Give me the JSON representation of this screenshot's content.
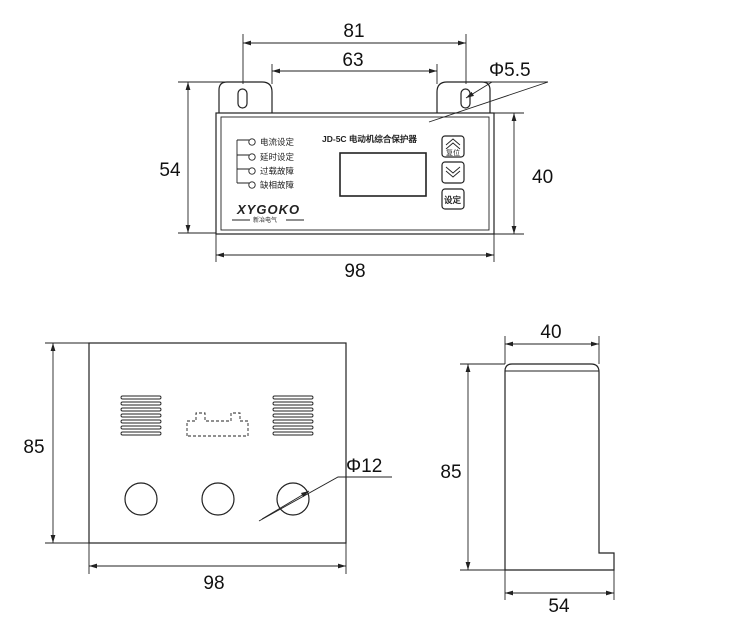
{
  "front_view": {
    "dims": {
      "width_mounting": "81",
      "width_holes": "63",
      "hole_diameter": "Φ5.5",
      "height_outer": "54",
      "height_inner": "40",
      "width_body": "98"
    },
    "indicators": [
      "电流设定",
      "延时设定",
      "过载故障",
      "缺相故障"
    ],
    "model": "JD-5C 电动机综合保护器",
    "logo": "XYGOKO",
    "logo_sub": "新冶电气",
    "buttons": {
      "up_label": "复位",
      "set_label": "设定"
    }
  },
  "bottom_view": {
    "dims": {
      "height": "85",
      "width": "98",
      "hole_diameter": "Φ12"
    }
  },
  "side_view": {
    "dims": {
      "top_width": "40",
      "height": "85",
      "bottom_width": "54"
    }
  }
}
